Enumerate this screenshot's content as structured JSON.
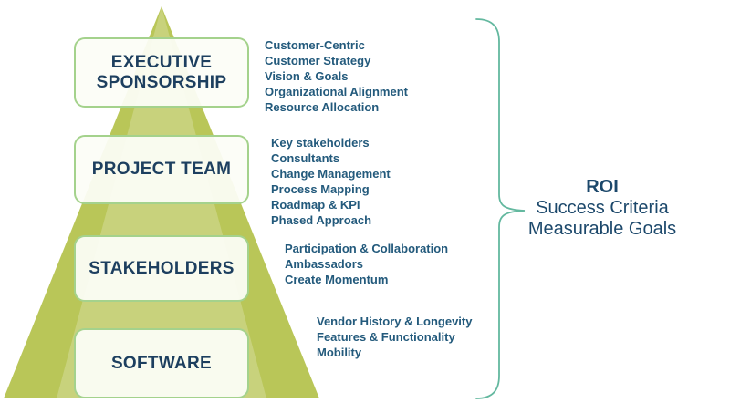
{
  "colors": {
    "pyramid_green": "#b9c658",
    "pyramid_highlight": "#ffffff",
    "box_border_green": "#a4d28c",
    "box_fill_cream": "#fbfdf4",
    "heading_navy": "#1d3f5f",
    "list_navy": "#235a7c",
    "brace_teal": "#63b89f",
    "outcome_navy": "#1c486b",
    "background": "#ffffff"
  },
  "pyramid": {
    "levels": [
      {
        "label": "EXECUTIVE SPONSORSHIP",
        "items": [
          "Customer-Centric",
          "Customer Strategy",
          "Vision & Goals",
          "Organizational Alignment",
          "Resource Allocation"
        ]
      },
      {
        "label": "PROJECT TEAM",
        "items": [
          "Key stakeholders",
          "Consultants",
          "Change Management",
          "Process Mapping",
          "Roadmap & KPI",
          "Phased Approach"
        ]
      },
      {
        "label": "STAKEHOLDERS",
        "items": [
          "Participation & Collaboration",
          "Ambassadors",
          "Create Momentum"
        ]
      },
      {
        "label": "SOFTWARE",
        "items": [
          "Vendor History & Longevity",
          "Features & Functionality",
          "Mobility"
        ]
      }
    ]
  },
  "outcome": {
    "lines": [
      "ROI",
      "Success Criteria",
      "Measurable Goals"
    ]
  }
}
